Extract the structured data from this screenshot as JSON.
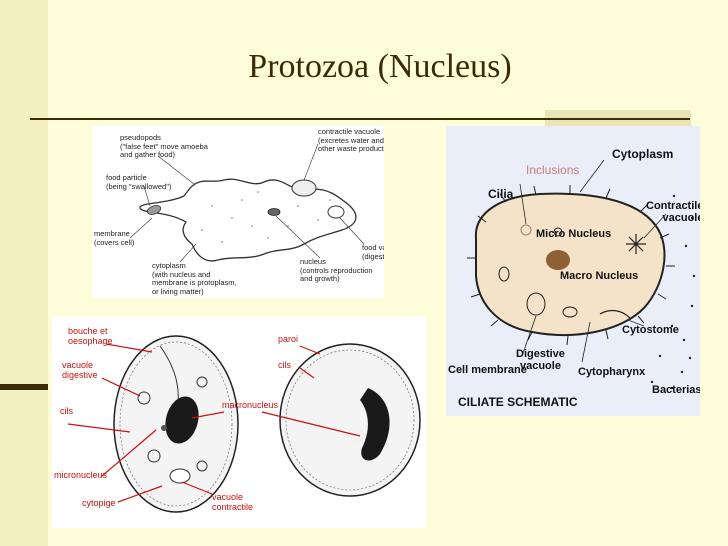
{
  "slide": {
    "title": "Protozoa (Nucleus)",
    "colors": {
      "background": "#fefdd9",
      "title": "#3a2a05",
      "accent": "#3b2c07"
    }
  },
  "amoeba": {
    "pseudopods": "pseudopods\n(\"false feet\" move amoeba\nand gather food)",
    "food_particle": "food particle\n(being \"swallowed\")",
    "membrane": "membrane\n(covers cell)",
    "cytoplasm": "cytoplasm\n(with nucleus and\nmembrane is protoplasm,\nor living matter)",
    "contractile_vacuole": "contractile vacuole\n(excretes water and\nother waste products)",
    "food_vacuole": "food vacuole\n(digests food)",
    "nucleus": "nucleus\n(controls reproduction\nand growth)"
  },
  "ciliate": {
    "inclusions": "Inclusions",
    "cytoplasm": "Cytoplasm",
    "cilia": "Cilia",
    "contractile_vacuole": "Contractile\nvacuole",
    "micro_nucleus": "Micro Nucleus",
    "macro_nucleus": "Macro Nucleus",
    "cytostome": "Cytostome",
    "cell_membrane": "Cell membrane",
    "digestive_vacuole": "Digestive\nvacuole",
    "cytopharynx": "Cytopharynx",
    "bacterias": "Bacterias",
    "schematic_title": "CILIATE SCHEMATIC"
  },
  "french": {
    "bouche": "bouche et\noesophage",
    "vacuole_digestive": "vacuole\ndigestive",
    "cils_left": "cils",
    "micronucleus": "micronucleus",
    "cytopige": "cytopige",
    "vacuole_contractile": "vacuole\ncontractile",
    "macronucleus": "macronucleus",
    "paroi": "paroi",
    "cils_right": "cils"
  }
}
